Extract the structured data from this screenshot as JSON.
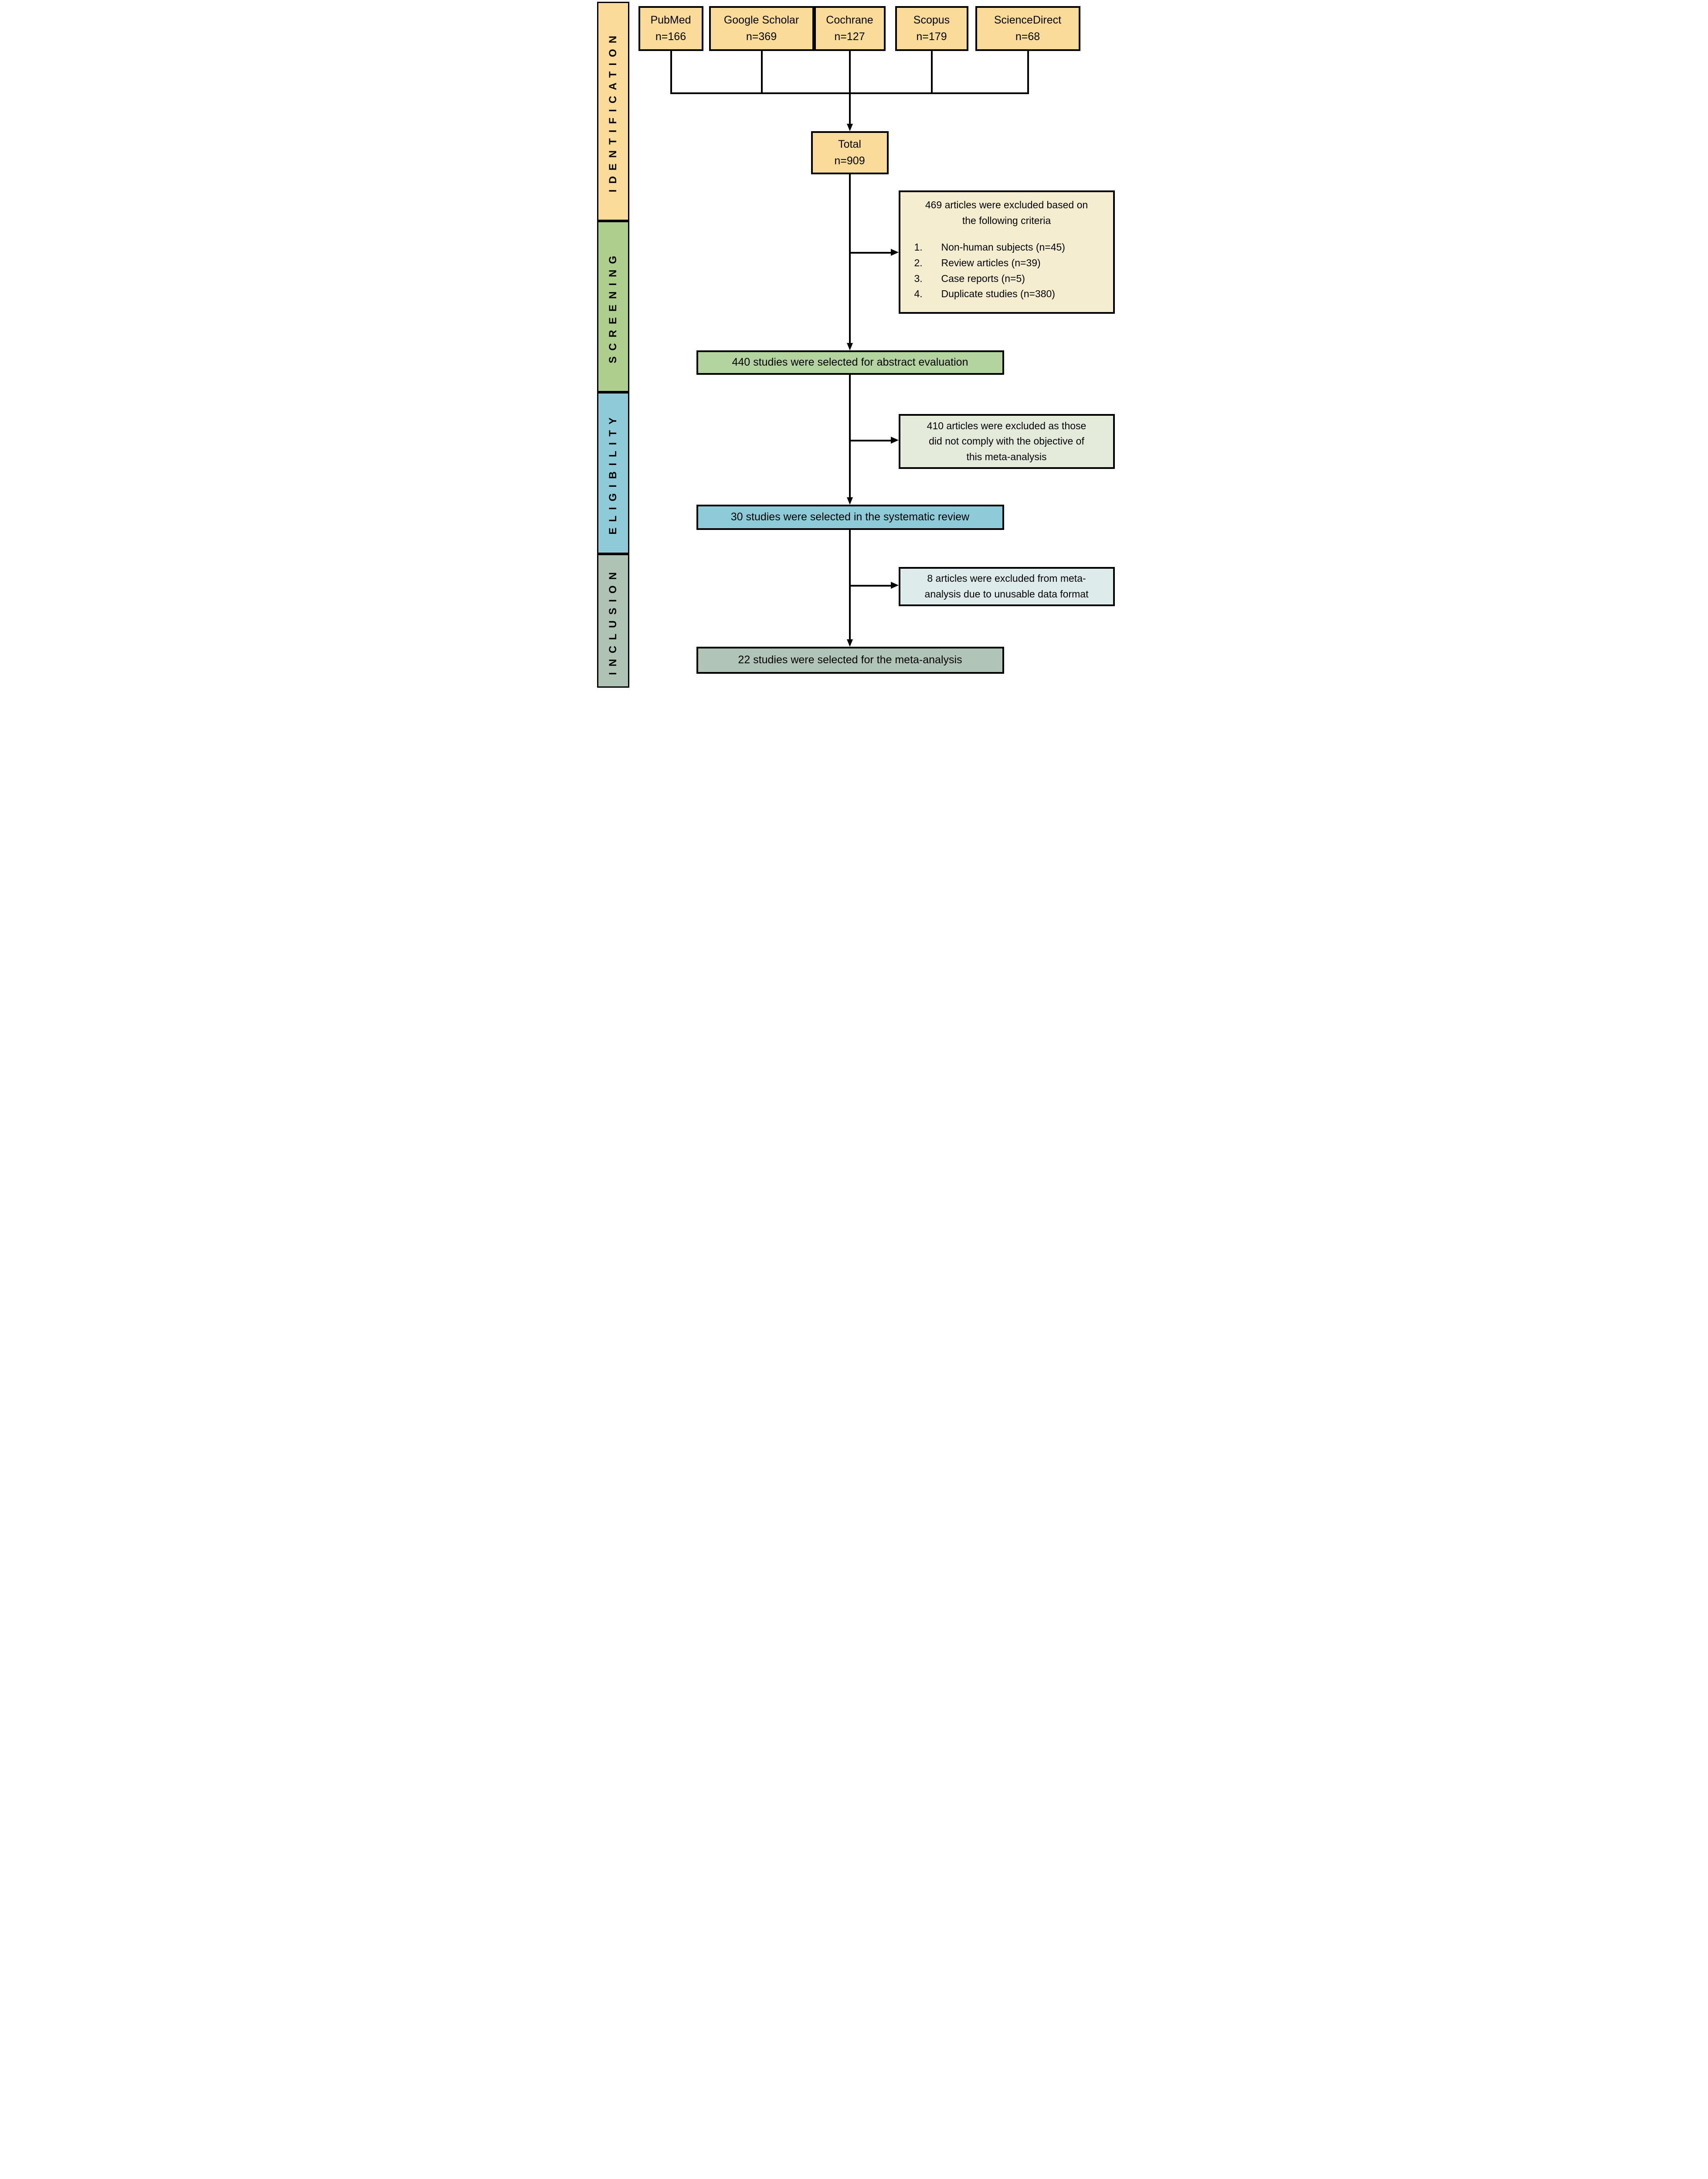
{
  "figure": {
    "kind": "prisma-flow-diagram",
    "phases": [
      {
        "label": "IDENTIFICATION",
        "band_color": "#FBDB9A"
      },
      {
        "label": "SCREENING",
        "band_color": "#AECE8E"
      },
      {
        "label": "ELIGIBILITY",
        "band_color": "#8ECBD8"
      },
      {
        "label": "INCLUSION",
        "band_color": "#AFC3B4"
      }
    ],
    "sources": [
      {
        "name": "PubMed",
        "count": "n=166"
      },
      {
        "name": "Google Scholar",
        "count": "n=369"
      },
      {
        "name": "Cochrane",
        "count": "n=127"
      },
      {
        "name": "Scopus",
        "count": "n=179"
      },
      {
        "name": "ScienceDirect",
        "count": "n=68"
      }
    ],
    "total": {
      "label": "Total",
      "count": "n=909"
    },
    "exclusion_screening": {
      "title_lines": [
        "469 articles were excluded based on",
        "the following criteria"
      ],
      "items": [
        "Non-human subjects (n=45)",
        "Review articles (n=39)",
        "Case reports (n=5)",
        "Duplicate studies (n=380)"
      ]
    },
    "screening_result": "440 studies were selected for abstract evaluation",
    "exclusion_eligibility_lines": [
      "410 articles were excluded as those",
      "did not comply with the objective of",
      "this meta-analysis"
    ],
    "eligibility_result": "30 studies were selected in the systematic review",
    "exclusion_inclusion_lines": [
      "8 articles were excluded from meta-",
      "analysis due to unusable data format"
    ],
    "inclusion_result": "22 studies were selected for the meta-analysis",
    "colors": {
      "source_box": "#FBDB9A",
      "total_box": "#FBDB9A",
      "screening_exclusion_box": "#F4EDCF",
      "screening_result_box": "#B3D49E",
      "eligibility_exclusion_box": "#E4EBDB",
      "eligibility_result_box": "#8ECBD8",
      "inclusion_exclusion_box": "#DEEBEB",
      "inclusion_result_box": "#B0C5B7",
      "line": "#000000"
    }
  }
}
